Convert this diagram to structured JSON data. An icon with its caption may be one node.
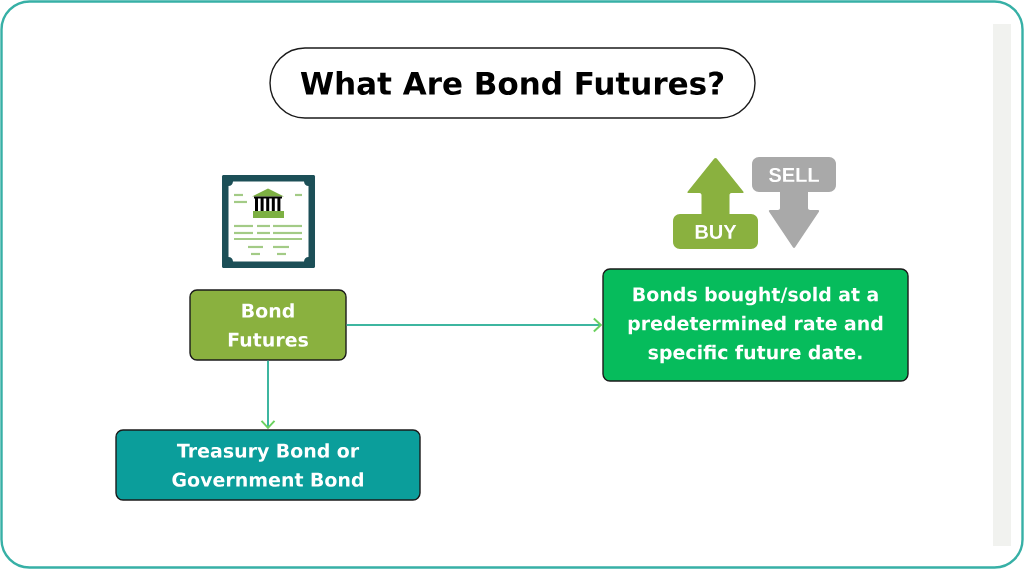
{
  "diagram": {
    "title": "What Are Bond Futures?",
    "nodes": [
      {
        "text": [
          "BUY"
        ]
      },
      {
        "text": [
          "SELL"
        ]
      },
      {
        "text": [
          "Bond Futures"
        ]
      },
      {
        "text": [
          "Bonds bought/sold at a predetermined rate and specific future date."
        ]
      },
      {
        "text": [
          "Treasury Bond or Government Bond"
        ]
      }
    ],
    "edges": [
      {
        "from": 2,
        "to": 3,
        "arrow": "to"
      },
      {
        "from": 2,
        "to": 4,
        "arrow": "to"
      }
    ]
  }
}
